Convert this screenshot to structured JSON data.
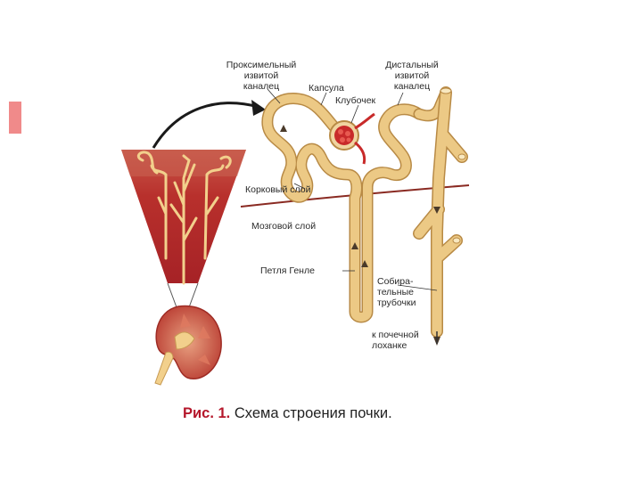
{
  "labels": {
    "proximal": [
      "Проксимельный",
      "извитой",
      "каналец"
    ],
    "capsule": "Капсула",
    "glomerulus": "Клубочек",
    "distal": [
      "Дистальный",
      "извитой",
      "каналец"
    ],
    "cortex": "Корковый слой",
    "medulla": "Мозговой слой",
    "henle": "Петля Генле",
    "collecting": [
      "Собира-",
      "тельные",
      "трубочки"
    ],
    "pelvis": [
      "к почечной",
      "лоханке"
    ]
  },
  "caption": {
    "prefix": "Рис. 1.",
    "text": "Схема строения почки."
  },
  "colors": {
    "tubule": "#e8c27e",
    "tubule_outline": "#b88a45",
    "tissue": "#b3282a",
    "tissue_light": "#d06a55",
    "caption_accent": "#b5172b",
    "boundary": "#8a2a22"
  }
}
